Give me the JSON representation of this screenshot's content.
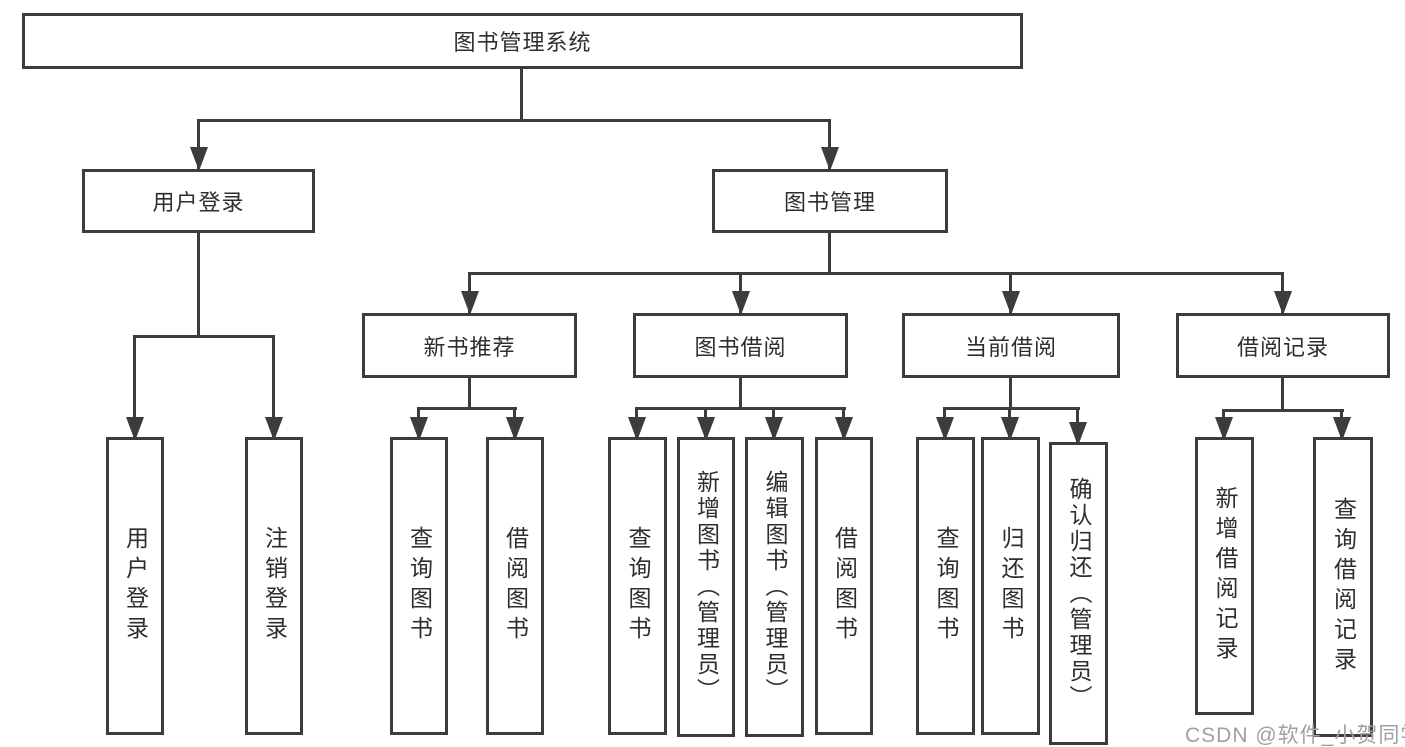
{
  "tree": {
    "root": {
      "label": "图书管理系统"
    },
    "branches": [
      {
        "label": "用户登录",
        "children": [
          {
            "label": "用户登录"
          },
          {
            "label": "注销登录"
          }
        ]
      },
      {
        "label": "图书管理",
        "children": [
          {
            "label": "新书推荐",
            "children": [
              {
                "label": "查询图书"
              },
              {
                "label": "借阅图书"
              }
            ]
          },
          {
            "label": "图书借阅",
            "children": [
              {
                "label": "查询图书"
              },
              {
                "label": "新增图书（管理员）"
              },
              {
                "label": "编辑图书（管理员）"
              },
              {
                "label": "借阅图书"
              }
            ]
          },
          {
            "label": "当前借阅",
            "children": [
              {
                "label": "查询图书"
              },
              {
                "label": "归还图书"
              },
              {
                "label": "确认归还（管理员）"
              }
            ]
          },
          {
            "label": "借阅记录",
            "children": [
              {
                "label": "新增借阅记录"
              },
              {
                "label": "查询借阅记录"
              }
            ]
          }
        ]
      }
    ]
  },
  "watermark": {
    "text": "CSDN @软件_小贺同学"
  },
  "colors": {
    "line": "#3c3c3c",
    "text": "#2e2e2e",
    "watermark": "#a0a0a0",
    "background": "#ffffff"
  }
}
